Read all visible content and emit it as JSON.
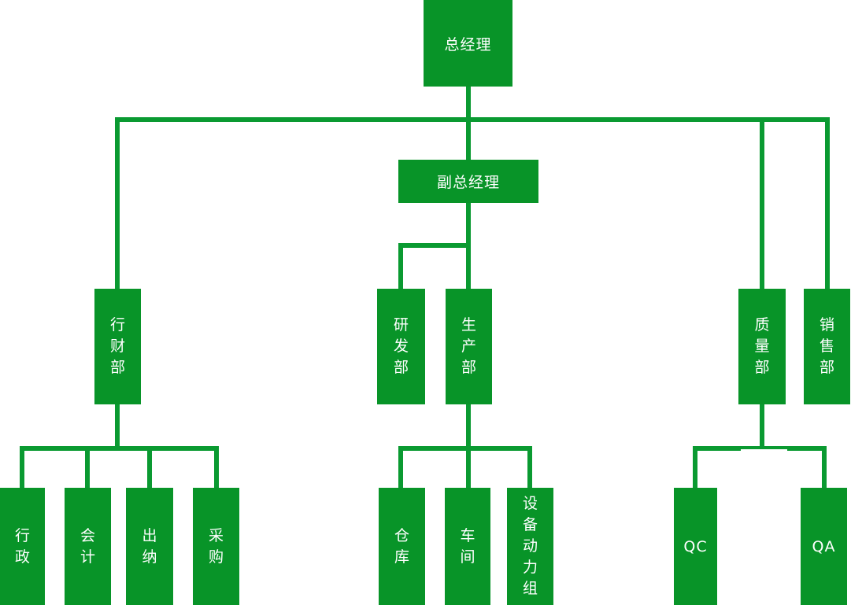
{
  "diagram": {
    "type": "org-chart",
    "background": "#ffffff"
  },
  "colors": {
    "node_fill": "#089428",
    "connector": "#0a9a31",
    "text": "#ffffff"
  },
  "nodes": [
    {
      "id": "zongjingli",
      "label": "总经理",
      "orientation": "horizontal",
      "level": 1
    },
    {
      "id": "fuzongjingli",
      "label": "副总经理",
      "orientation": "horizontal",
      "level": 2
    },
    {
      "id": "xingcaibu",
      "label": "行财部",
      "orientation": "vertical",
      "level": 3
    },
    {
      "id": "yanfabu",
      "label": "研发部",
      "orientation": "vertical",
      "level": 3
    },
    {
      "id": "shengchanbu",
      "label": "生产部",
      "orientation": "vertical",
      "level": 3
    },
    {
      "id": "zhiliangbu",
      "label": "质量部",
      "orientation": "vertical",
      "level": 3
    },
    {
      "id": "xiaoshoubu",
      "label": "销售部",
      "orientation": "vertical",
      "level": 3
    },
    {
      "id": "xingzheng",
      "label": "行政",
      "orientation": "vertical",
      "level": 4
    },
    {
      "id": "kuaiji",
      "label": "会计",
      "orientation": "vertical",
      "level": 4
    },
    {
      "id": "chuna",
      "label": "出纳",
      "orientation": "vertical",
      "level": 4
    },
    {
      "id": "caigou",
      "label": "采购",
      "orientation": "vertical",
      "level": 4
    },
    {
      "id": "cangku",
      "label": "仓库",
      "orientation": "vertical",
      "level": 4
    },
    {
      "id": "chejian",
      "label": "车间",
      "orientation": "vertical",
      "level": 4
    },
    {
      "id": "shebeidonglizu",
      "label": "设备动力组",
      "orientation": "vertical",
      "level": 4
    },
    {
      "id": "qc",
      "label": "QC",
      "orientation": "horizontal",
      "level": 4
    },
    {
      "id": "qa",
      "label": "QA",
      "orientation": "horizontal",
      "level": 4
    }
  ],
  "edges": [
    {
      "parent": "总经理",
      "child": "副总经理"
    },
    {
      "parent": "总经理",
      "child": "行财部"
    },
    {
      "parent": "总经理",
      "child": "质量部"
    },
    {
      "parent": "总经理",
      "child": "销售部"
    },
    {
      "parent": "副总经理",
      "child": "研发部"
    },
    {
      "parent": "副总经理",
      "child": "生产部"
    },
    {
      "parent": "行财部",
      "child": "行政"
    },
    {
      "parent": "行财部",
      "child": "会计"
    },
    {
      "parent": "行财部",
      "child": "出纳"
    },
    {
      "parent": "行财部",
      "child": "采购"
    },
    {
      "parent": "生产部",
      "child": "仓库"
    },
    {
      "parent": "生产部",
      "child": "车间"
    },
    {
      "parent": "生产部",
      "child": "设备动力组"
    },
    {
      "parent": "质量部",
      "child": "QC"
    },
    {
      "parent": "质量部",
      "child": "QA"
    }
  ]
}
